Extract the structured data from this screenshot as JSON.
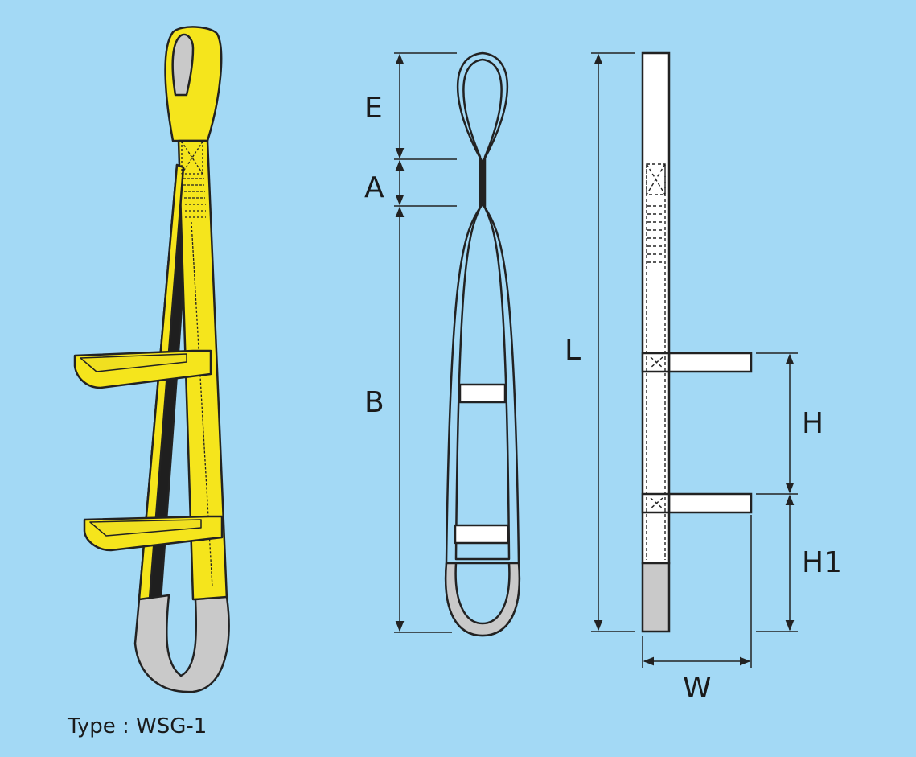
{
  "caption": "Type : WSG-1",
  "dimensions": {
    "E": "E",
    "A": "A",
    "B": "B",
    "L": "L",
    "H": "H",
    "H1": "H1",
    "W": "W"
  },
  "colors": {
    "background": "#a3d9f5",
    "webbing_yellow": "#f5e51c",
    "webbing_dark": "#1f1f1f",
    "sleeve_gray": "#c9c9c9",
    "outline": "#222222",
    "white": "#ffffff"
  }
}
